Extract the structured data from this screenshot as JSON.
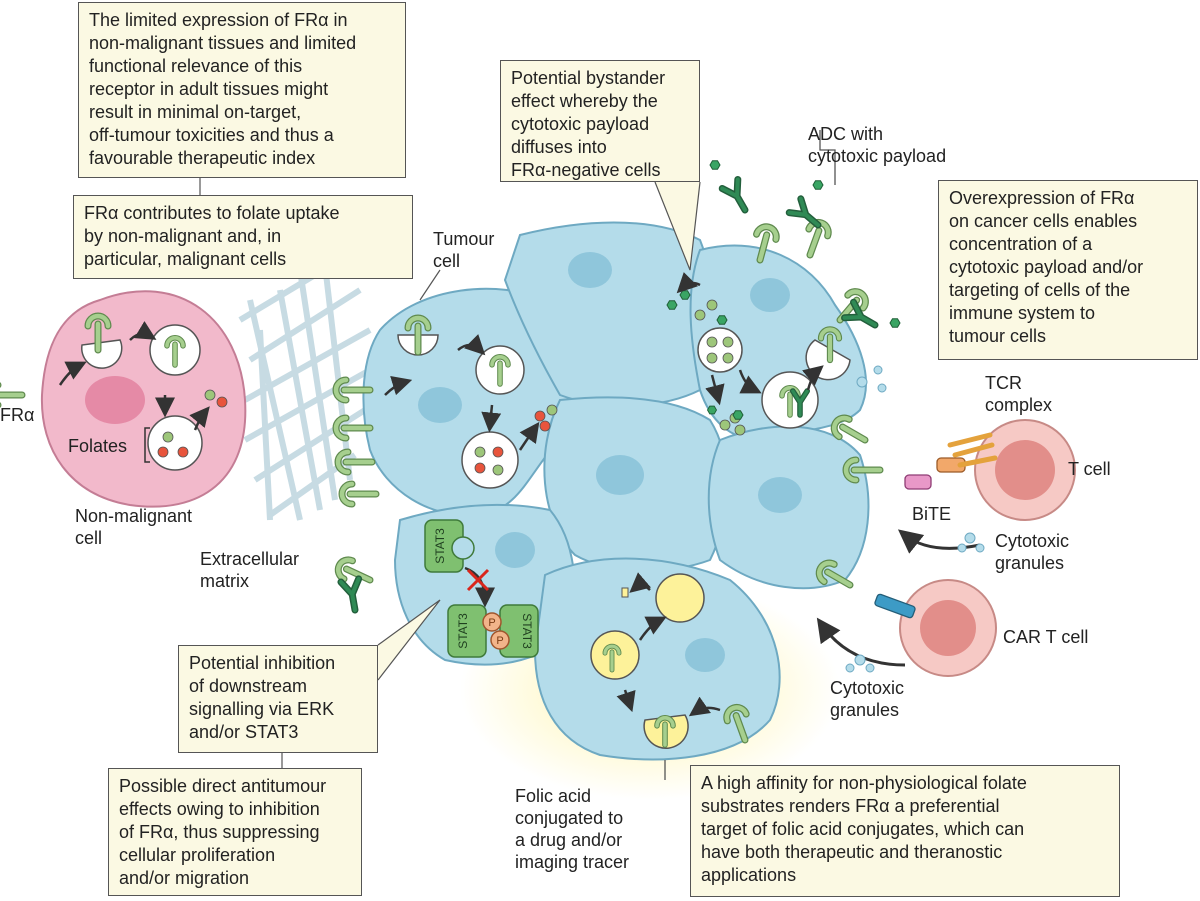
{
  "boxes": {
    "expression": [
      "The limited expression of FRα in",
      "non-malignant tissues and limited",
      "functional relevance of this",
      "receptor in adult tissues might",
      "result in minimal on-target,",
      "off-tumour toxicities and thus a",
      "favourable therapeutic index"
    ],
    "folate_uptake": [
      "FRα contributes to folate uptake",
      "by non-malignant and, in",
      "particular, malignant cells"
    ],
    "bystander": [
      "Potential bystander",
      "effect whereby the",
      "cytotoxic payload",
      "diffuses into",
      "FRα-negative cells"
    ],
    "overexpression": [
      "Overexpression of FRα",
      "on cancer cells enables",
      "concentration of a",
      "cytotoxic payload and/or",
      "targeting of cells of the",
      "immune system to",
      "tumour cells"
    ],
    "inhibition": [
      "Potential inhibition",
      "of downstream",
      "signalling via ERK",
      "and/or STAT3"
    ],
    "antitumour": [
      "Possible direct antitumour",
      "effects owing to inhibition",
      "of FRα, thus suppressing",
      "cellular proliferation",
      "and/or migration"
    ],
    "affinity": [
      "A high affinity for non-physiological folate",
      "substrates renders FRα a preferential",
      "target of folic acid conjugates, which can",
      "have both therapeutic and theranostic",
      "applications"
    ]
  },
  "labels": {
    "fra": "FRα",
    "folates": "Folates",
    "non_malignant": [
      "Non-malignant",
      "cell"
    ],
    "ecm": [
      "Extracellular",
      "matrix"
    ],
    "tumour_cell": [
      "Tumour",
      "cell"
    ],
    "adc": [
      "ADC with",
      "cytotoxic payload"
    ],
    "tcr": [
      "TCR",
      "complex"
    ],
    "t_cell": "T cell",
    "bite": "BiTE",
    "granules_t": [
      "Cytotoxic",
      "granules"
    ],
    "car_t": "CAR T cell",
    "granules_car": [
      "Cytotoxic",
      "granules"
    ],
    "folic_acid": [
      "Folic acid",
      "conjugated to",
      "a drug and/or",
      "imaging tracer"
    ],
    "stat3": "STAT3",
    "p": "P"
  },
  "colors": {
    "tumour": "#b4dcea",
    "tumour_edge": "#6ea9c2",
    "non_malignant": "#f2b9cb",
    "receptor": "#a6cf8e",
    "antibody": "#2f8a55",
    "stat3": "#7fc070",
    "box_bg": "#fbf9e3",
    "inhibit_x": "#d9261c"
  }
}
